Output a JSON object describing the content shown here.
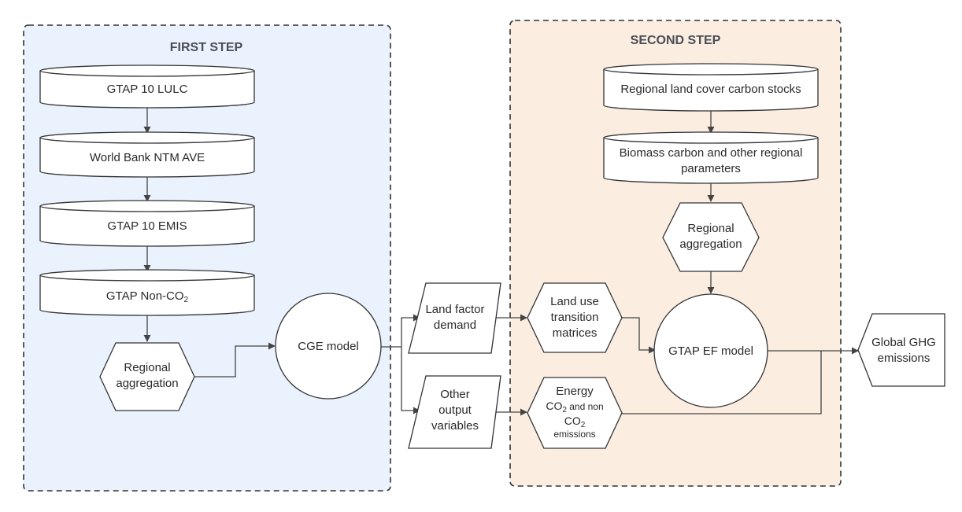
{
  "step1": {
    "title": "FIRST STEP",
    "fill": "#eaf2fd"
  },
  "step2": {
    "title": "SECOND STEP",
    "fill": "#fbede0"
  },
  "nodes": {
    "gtap_lulc": [
      "GTAP 10 LULC"
    ],
    "wb_ntm": [
      "World Bank NTM AVE"
    ],
    "gtap_emis": [
      "GTAP 10 EMIS"
    ],
    "gtap_nonco2": {
      "main": "GTAP Non-CO",
      "sub": "2"
    },
    "regional_agg_1": [
      "Regional",
      "aggregation"
    ],
    "cge_model": [
      "CGE model"
    ],
    "land_factor": [
      "Land factor",
      "demand"
    ],
    "other_output": [
      "Other",
      "output",
      "variables"
    ],
    "land_use_matrices": [
      "Land use",
      "transition",
      "matrices"
    ],
    "energy": {
      "line1": "Energy",
      "line2_a": "CO",
      "line2_sub": "2",
      "line2_b": " and non",
      "line3_a": "CO",
      "line3_sub": "2",
      "line4": "emissions"
    },
    "regional_stocks": [
      "Regional land cover carbon stocks"
    ],
    "biomass": [
      "Biomass carbon and other regional",
      "parameters"
    ],
    "regional_agg_2": [
      "Regional",
      "aggregation"
    ],
    "gtap_ef": [
      "GTAP EF model"
    ],
    "global_ghg": [
      "Global GHG",
      "emissions"
    ]
  }
}
